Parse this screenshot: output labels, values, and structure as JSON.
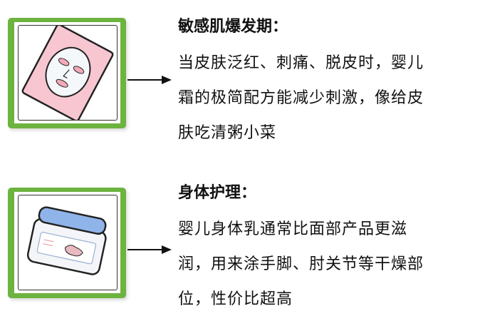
{
  "sections": [
    {
      "icon": "face-mask-icon",
      "title": "敏感肌爆发期：",
      "lines": [
        "当皮肤泛红、刺痛、脱皮时，婴儿",
        "霜的极简配方能减少刺激，像给皮",
        "肤吃清粥小菜"
      ]
    },
    {
      "icon": "cream-jar-icon",
      "title": "身体护理：",
      "lines": [
        "婴儿身体乳通常比面部产品更滋",
        "润，用来涂手脚、肘关节等干燥部",
        "位，性价比超高"
      ]
    }
  ],
  "colors": {
    "frame": "#6db33f",
    "mask_pink": "#f7c6d0",
    "jar_lid": "#8fb4ea"
  }
}
